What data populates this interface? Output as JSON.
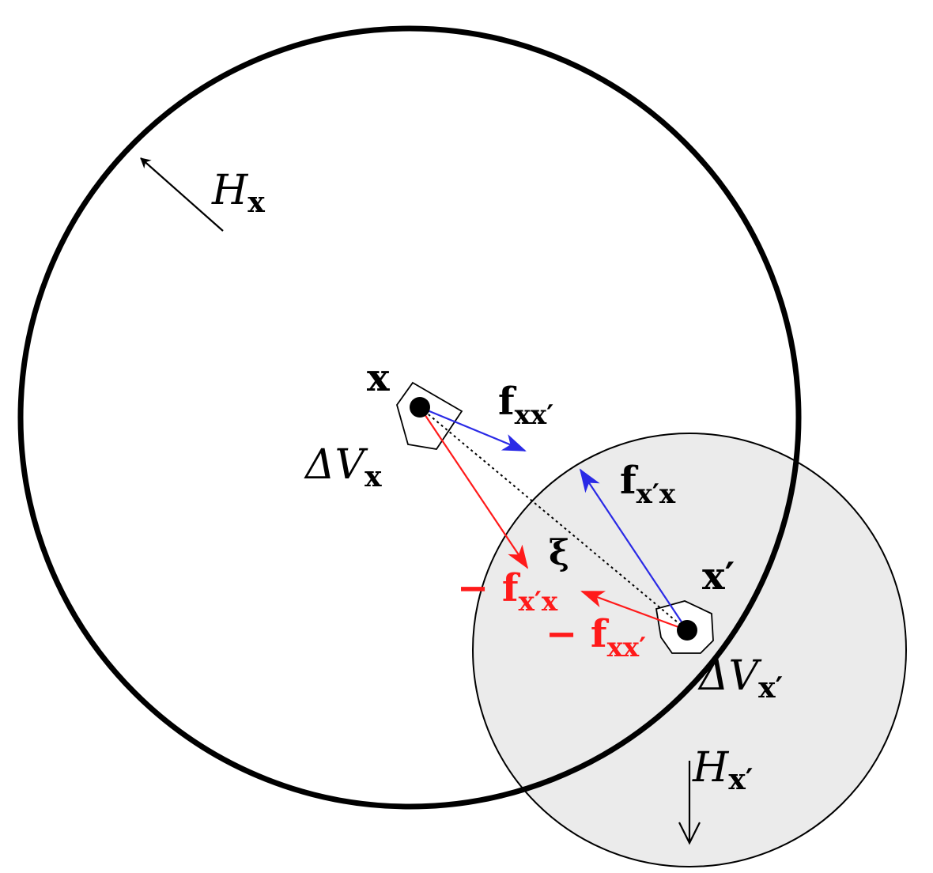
{
  "labels": {
    "H_main": "H",
    "H_main_sub": "x",
    "H_prime": "H",
    "H_prime_sub": "x′",
    "point_x": "x",
    "point_xp": "x′",
    "dV_x": "ΔV",
    "dV_x_sub": "x",
    "dV_xp": "ΔV",
    "dV_xp_sub": "x′",
    "f_xxp": "f",
    "f_xxp_sub": "xx′",
    "f_xpx": "f",
    "f_xpx_sub": "x′x",
    "xi": "ξ",
    "neg_f_xpx": "− f",
    "neg_f_xpx_sub": "x′x",
    "neg_f_xxp": "− f",
    "neg_f_xxp_sub": "xx′"
  },
  "colors": {
    "blue": "#2a2ae6",
    "red": "#ff1a1a",
    "shaded": "#ebebeb",
    "stroke": "#000000"
  }
}
